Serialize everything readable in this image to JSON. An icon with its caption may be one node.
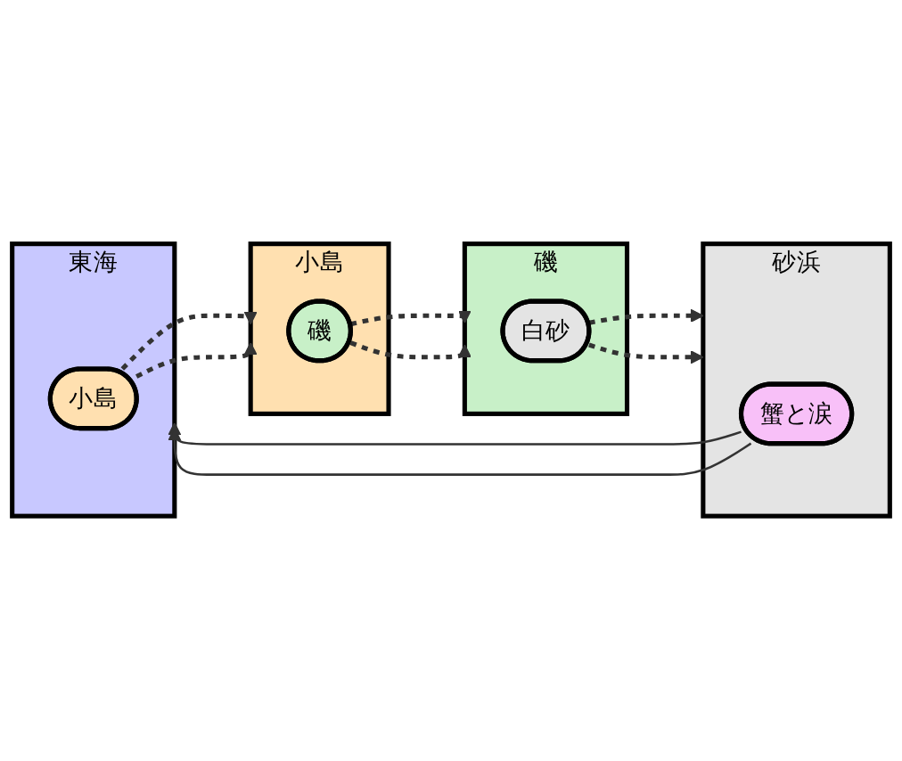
{
  "diagram": {
    "nodes": [
      {
        "text": [
          "東海"
        ]
      },
      {
        "text": [
          "小島"
        ],
        "in": 0
      },
      {
        "text": [
          "小島"
        ]
      },
      {
        "text": [
          "磯"
        ],
        "in": 2
      },
      {
        "text": [
          "磯"
        ]
      },
      {
        "text": [
          "白砂"
        ],
        "in": 4
      },
      {
        "text": [
          "砂浜"
        ]
      },
      {
        "text": [
          "蟹と涙"
        ],
        "in": 6
      }
    ],
    "edges": [
      {
        "from": 1,
        "to": 2,
        "arrow": "to",
        "style": "dashed"
      },
      {
        "from": 1,
        "to": 2,
        "arrow": "to",
        "style": "dashed"
      },
      {
        "from": 3,
        "to": 4,
        "arrow": "to",
        "style": "dashed"
      },
      {
        "from": 3,
        "to": 4,
        "arrow": "to",
        "style": "dashed"
      },
      {
        "from": 5,
        "to": 6,
        "arrow": "to",
        "style": "dashed"
      },
      {
        "from": 5,
        "to": 6,
        "arrow": "to",
        "style": "dashed"
      },
      {
        "from": 7,
        "to": 0,
        "arrow": "to"
      },
      {
        "from": 7,
        "to": 0,
        "arrow": "to"
      }
    ]
  }
}
